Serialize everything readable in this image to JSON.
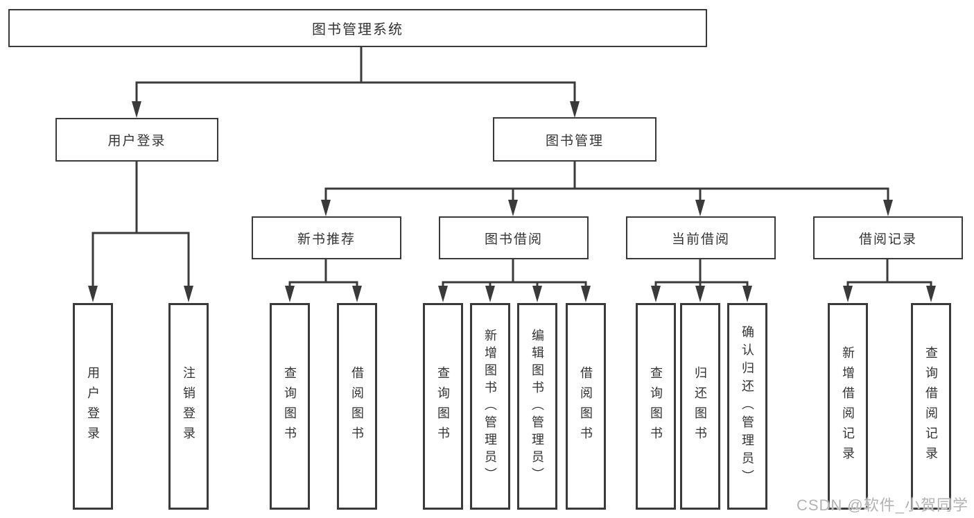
{
  "tree": {
    "root": {
      "label": "图书管理系统"
    },
    "children": [
      {
        "label": "用户登录",
        "children": [
          {
            "label": "用户登录"
          },
          {
            "label": "注销登录"
          }
        ]
      },
      {
        "label": "图书管理",
        "children": [
          {
            "label": "新书推荐",
            "children": [
              {
                "label": "查询图书"
              },
              {
                "label": "借阅图书"
              }
            ]
          },
          {
            "label": "图书借阅",
            "children": [
              {
                "label": "查询图书"
              },
              {
                "label": "新增图书（管理员）"
              },
              {
                "label": "编辑图书（管理员）"
              },
              {
                "label": "借阅图书"
              }
            ]
          },
          {
            "label": "当前借阅",
            "children": [
              {
                "label": "查询图书"
              },
              {
                "label": "归还图书"
              },
              {
                "label": "确认归还（管理员）"
              }
            ]
          },
          {
            "label": "借阅记录",
            "children": [
              {
                "label": "新增借阅记录"
              },
              {
                "label": "查询借阅记录"
              }
            ]
          }
        ]
      }
    ]
  },
  "watermark": "CSDN @软件_小贺同学",
  "colors": {
    "line": "#3a3a3a",
    "box_border": "#3a3a3a",
    "text": "#333333",
    "watermark": "#afafaf"
  }
}
